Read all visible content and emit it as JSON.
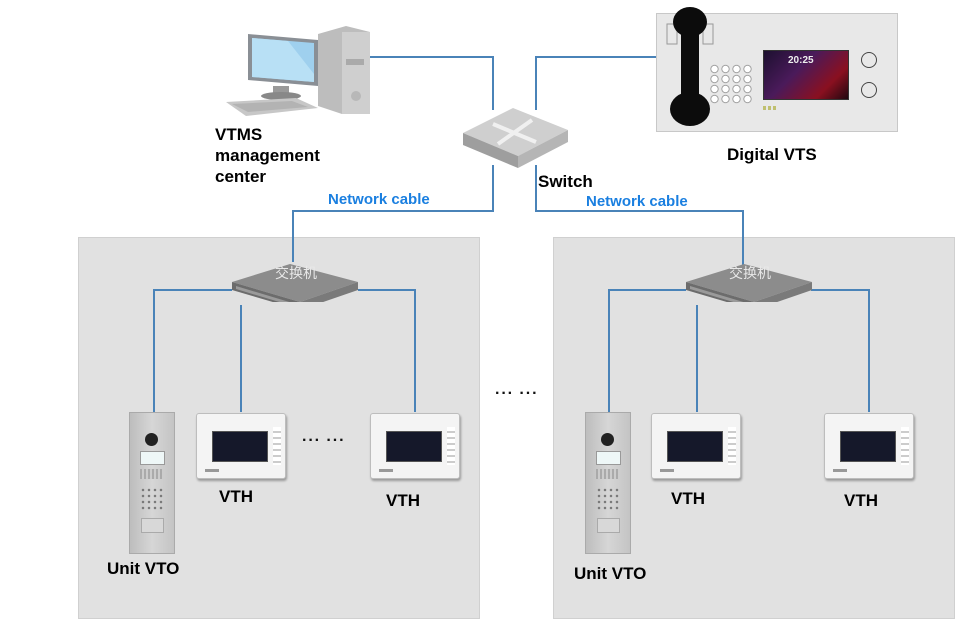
{
  "diagram": {
    "title": "VTMS network topology",
    "center": {
      "label_lines": [
        "VTMS",
        "management",
        "center"
      ],
      "icon": "desktop-computer-icon"
    },
    "core_switch": {
      "label": "Switch",
      "icon": "network-switch-icon"
    },
    "vts": {
      "label": "Digital VTS",
      "icon": "desk-station-icon",
      "screen_time": "20:25"
    },
    "cable_labels": [
      "Network cable",
      "Network cable"
    ],
    "colors": {
      "cable": "#4a83b8",
      "cable_label": "#1a7fe0",
      "panel": "#e1e1e1"
    },
    "units": [
      {
        "switch_label": "交换机",
        "vto_label": "Unit VTO",
        "vth_labels": [
          "VTH",
          "VTH"
        ],
        "ellipsis": "··· ···"
      },
      {
        "switch_label": "交换机",
        "vto_label": "Unit VTO",
        "vth_labels": [
          "VTH",
          "VTH"
        ],
        "ellipsis": ""
      }
    ],
    "between_units_ellipsis": "··· ···"
  }
}
